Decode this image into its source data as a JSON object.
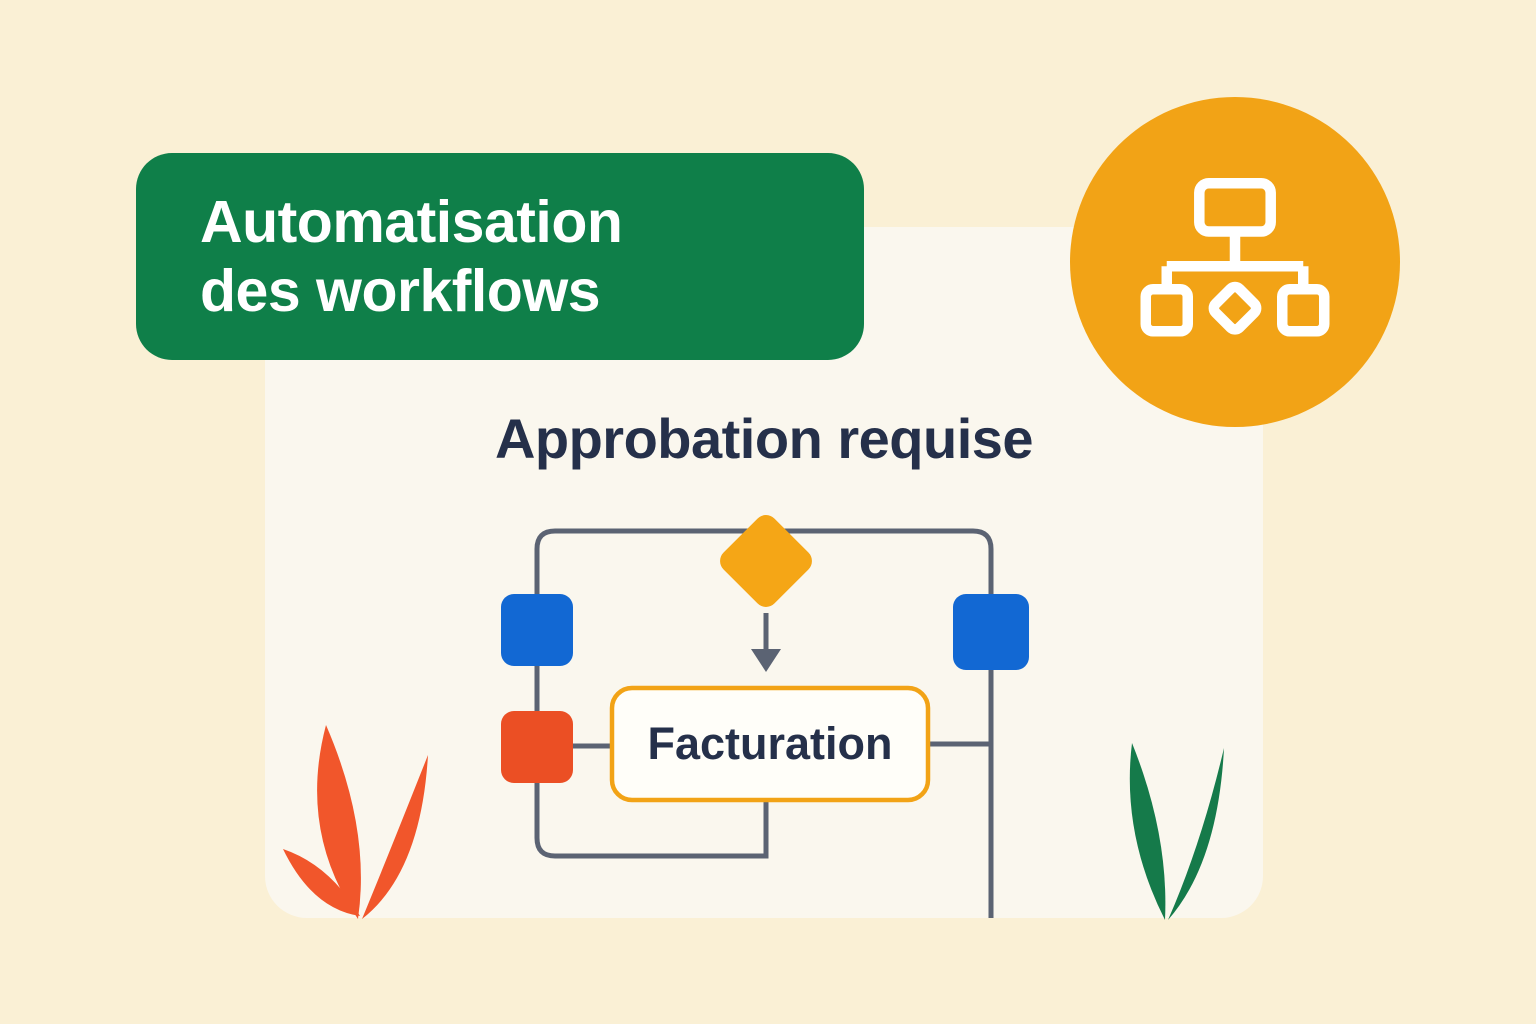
{
  "page": {
    "background_color": "#FAF0D5"
  },
  "badge": {
    "line1": "Automatisation",
    "line2": "des workflows",
    "background_color": "#0F7F49",
    "text_color": "#FFFFFF"
  },
  "icon_circle": {
    "background_color": "#F2A316",
    "icon": "flowchart-icon",
    "icon_color": "#FFFFFF"
  },
  "card": {
    "title": "Approbation requise",
    "background_color": "#FAF7EE",
    "title_color": "#25304A"
  },
  "flowchart": {
    "process": {
      "label": "Facturation",
      "border_color": "#F2A316",
      "fill_color": "#FFFEF9",
      "text_color": "#25304A"
    },
    "decision_color": "#F5A616",
    "connector_color": "#5B6373",
    "nodes": [
      {
        "name": "task-node-blue-left",
        "color": "#1268D3"
      },
      {
        "name": "task-node-red",
        "color": "#EB4F24"
      },
      {
        "name": "task-node-blue-right",
        "color": "#1268D3"
      }
    ]
  },
  "decorations": {
    "plant_left": {
      "color": "#F1562B"
    },
    "plant_right": {
      "color": "#157A4A"
    }
  }
}
